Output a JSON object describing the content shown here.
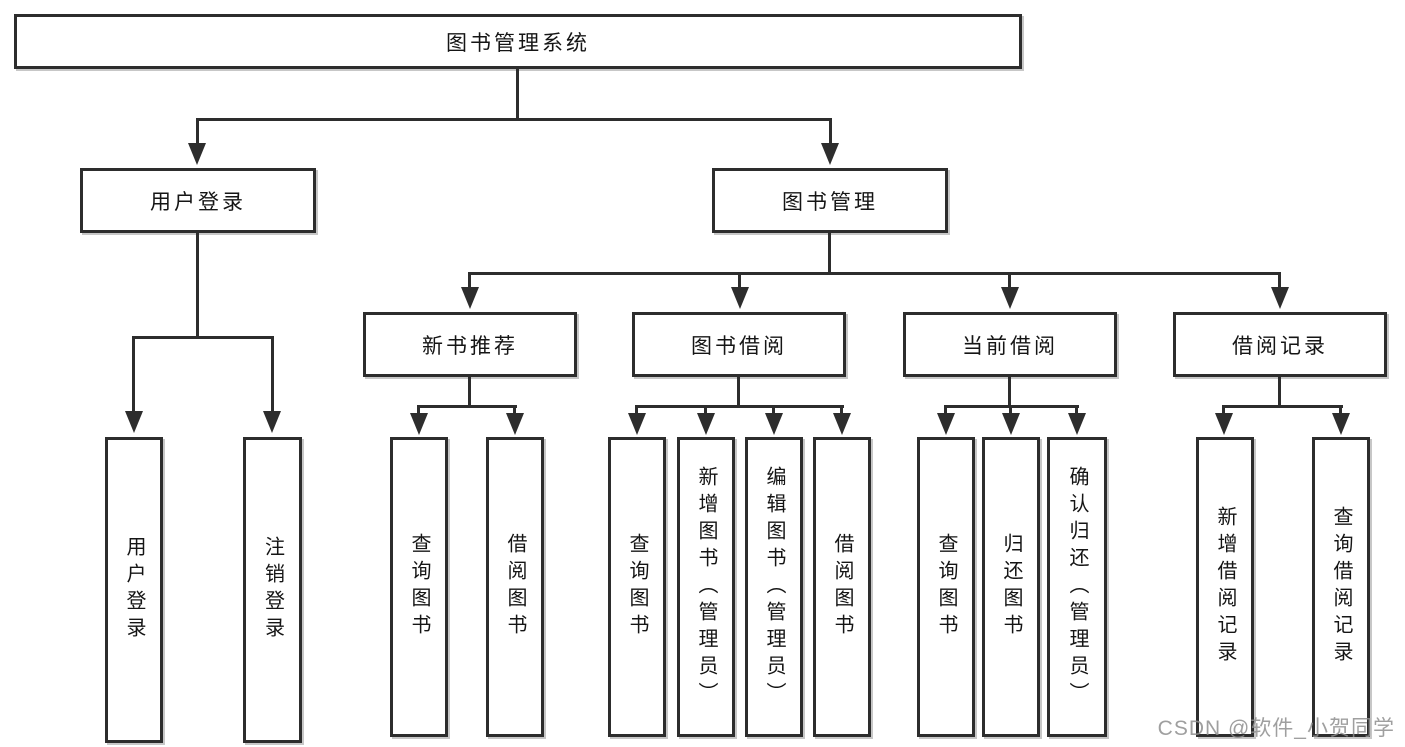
{
  "diagram": {
    "type": "hierarchy-tree",
    "colors": {
      "line": "#2d2d2d",
      "box_border": "#2d2d2d",
      "box_background": "#ffffff",
      "text": "#151515",
      "watermark": "#8e8e8e",
      "background": "#ffffff"
    },
    "tree": {
      "label": "图书管理系统",
      "children": [
        {
          "label": "用户登录",
          "children": [
            {
              "label": "用户登录"
            },
            {
              "label": "注销登录"
            }
          ]
        },
        {
          "label": "图书管理",
          "children": [
            {
              "label": "新书推荐",
              "children": [
                {
                  "label": "查询图书"
                },
                {
                  "label": "借阅图书"
                }
              ]
            },
            {
              "label": "图书借阅",
              "children": [
                {
                  "label": "查询图书"
                },
                {
                  "label": "新增图书（管理员）"
                },
                {
                  "label": "编辑图书（管理员）"
                },
                {
                  "label": "借阅图书"
                }
              ]
            },
            {
              "label": "当前借阅",
              "children": [
                {
                  "label": "查询图书"
                },
                {
                  "label": "归还图书"
                },
                {
                  "label": "确认归还（管理员）"
                }
              ]
            },
            {
              "label": "借阅记录",
              "children": [
                {
                  "label": "新增借阅记录"
                },
                {
                  "label": "查询借阅记录"
                }
              ]
            }
          ]
        }
      ]
    },
    "watermark": "CSDN @软件_小贺同学"
  }
}
